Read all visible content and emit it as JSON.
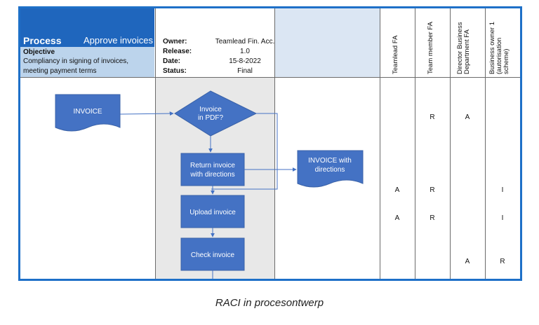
{
  "header": {
    "process_label": "Process",
    "process_name": "Approve invoices",
    "objective_label": "Objective",
    "objective_lines": [
      "Compliancy in signing of invoices,",
      "meeting payment terms"
    ],
    "owner_label": "Owner:",
    "owner_value": "Teamlead Fin. Acc.",
    "release_label": "Release:",
    "release_value": "1.0",
    "date_label": "Date:",
    "date_value": "15-8-2022",
    "status_label": "Status:",
    "status_value": "Final"
  },
  "roles": [
    "Teamlead FA",
    "Team member FA",
    "Director Business\nDepartment FA",
    "Business owner 1\n(autorisation\nscheme)"
  ],
  "flow": {
    "invoice_doc": "INVOICE",
    "decision": [
      "Invoice",
      "in PDF?"
    ],
    "return_step": [
      "Return invoice",
      "with directions"
    ],
    "invoice_with_directions": [
      "INVOICE with",
      "directions"
    ],
    "upload_step": "Upload invoice",
    "check_step": "Check invoice"
  },
  "raci_rows": [
    [
      "",
      "R",
      "A",
      ""
    ],
    [
      "A",
      "R",
      "",
      "I"
    ],
    [
      "A",
      "R",
      "",
      "I"
    ],
    [
      "",
      "",
      "A",
      "R"
    ]
  ],
  "colors": {
    "frame": "#1e70c8",
    "process_bar": "#1f66bd",
    "shape_fill": "#4472c4",
    "lane_grey": "#e8e8e8",
    "objective_bg": "#bcd4ec",
    "header_blue": "#dbe6f3"
  },
  "caption": "RACI in procesontwerp"
}
